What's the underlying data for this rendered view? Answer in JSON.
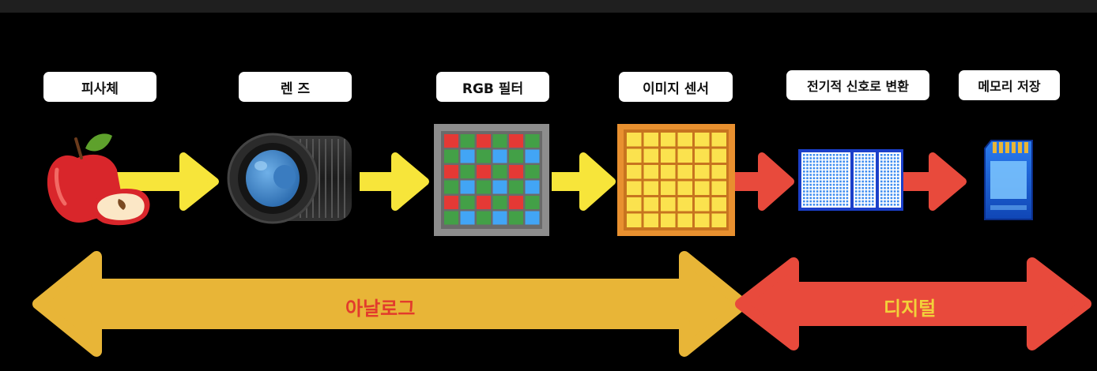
{
  "steps": [
    {
      "label": "피사체",
      "icon": "apple-icon"
    },
    {
      "label": "렌 즈",
      "icon": "lens-icon"
    },
    {
      "label": "RGB 필터",
      "icon": "rgb-filter-icon"
    },
    {
      "label": "이미지 센서",
      "icon": "image-sensor-icon"
    },
    {
      "label": "전기적 신호로 변환",
      "icon": "chip-icon"
    },
    {
      "label": "메모리 저장",
      "icon": "sd-card-icon"
    }
  ],
  "ranges": {
    "analog": {
      "label": "아날로그",
      "color": "#e8b537"
    },
    "digital": {
      "label": "디지털",
      "color": "#e84a3c"
    }
  },
  "colors": {
    "flow_arrow_analog": "#f7e53a",
    "flow_arrow_digital": "#e84a3c",
    "label_text_analog": "#e23b2c",
    "label_text_digital": "#f2d13a"
  }
}
